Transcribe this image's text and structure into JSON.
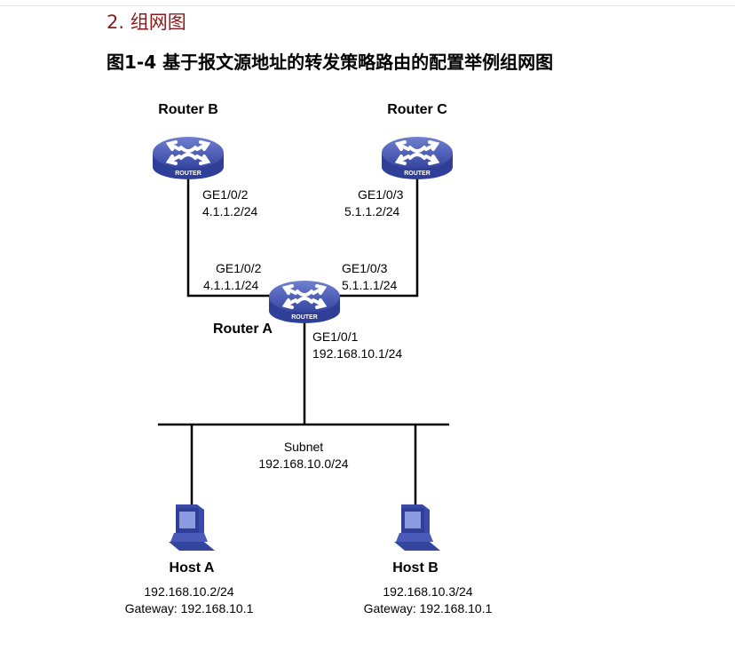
{
  "heading": "2. 组网图",
  "figure_title": "图1-4  基于报文源地址的转发策略路由的配置举例组网图",
  "router_icon_label": "ROUTER",
  "routers": {
    "b": {
      "name": "Router B",
      "port": "GE1/0/2",
      "ip": "4.1.1.2/24"
    },
    "c": {
      "name": "Router C",
      "port": "GE1/0/3",
      "ip": "5.1.1.2/24"
    },
    "a": {
      "name": "Router A",
      "ports": [
        {
          "port": "GE1/0/2",
          "ip": "4.1.1.1/24"
        },
        {
          "port": "GE1/0/3",
          "ip": "5.1.1.1/24"
        },
        {
          "port": "GE1/0/1",
          "ip": "192.168.10.1/24"
        }
      ]
    }
  },
  "subnet": {
    "label": "Subnet",
    "ip": "192.168.10.0/24"
  },
  "hosts": [
    {
      "name": "Host A",
      "ip": "192.168.10.2/24",
      "gateway": "Gateway: 192.168.10.1"
    },
    {
      "name": "Host B",
      "ip": "192.168.10.3/24",
      "gateway": "Gateway: 192.168.10.1"
    }
  ],
  "colors": {
    "heading": "#8b1a1a",
    "device": "#3f4fa6"
  }
}
